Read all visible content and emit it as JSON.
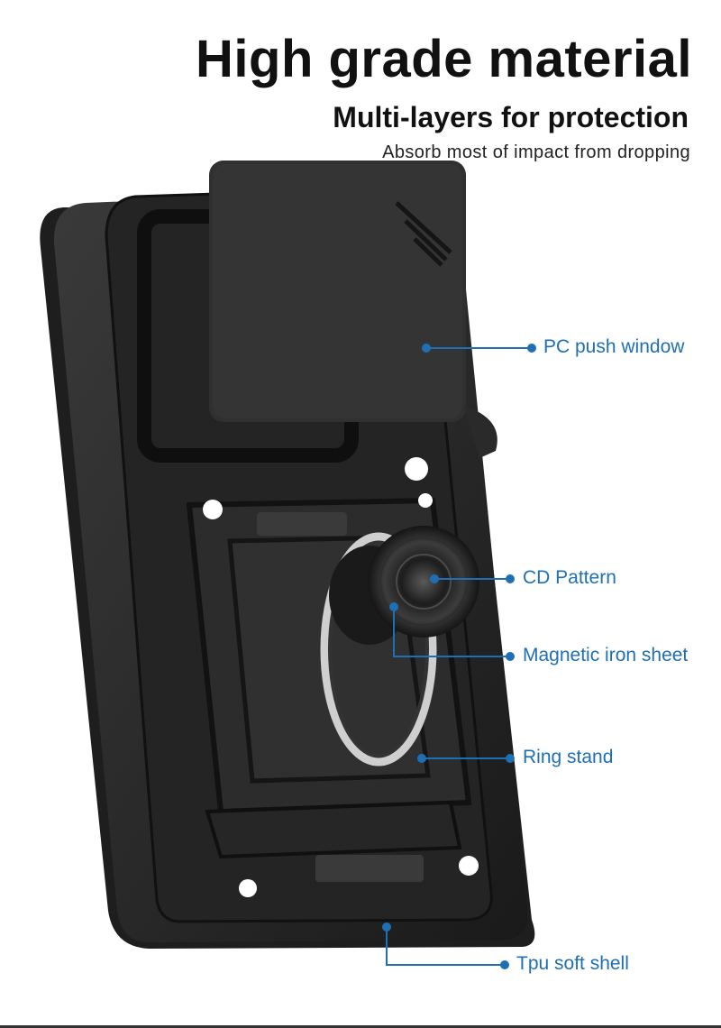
{
  "header": {
    "title": "High grade material",
    "subtitle": "Multi-layers for protection",
    "tagline": "Absorb most of impact from dropping"
  },
  "callouts": [
    {
      "label": "PC push window"
    },
    {
      "label": "CD Pattern"
    },
    {
      "label": "Magnetic iron sheet"
    },
    {
      "label": "Ring stand"
    },
    {
      "label": "Tpu soft shell"
    }
  ],
  "colors": {
    "accent": "#1f6fb5",
    "case": "#2b2b2b",
    "case_dark": "#161616",
    "background": "#ffffff"
  }
}
